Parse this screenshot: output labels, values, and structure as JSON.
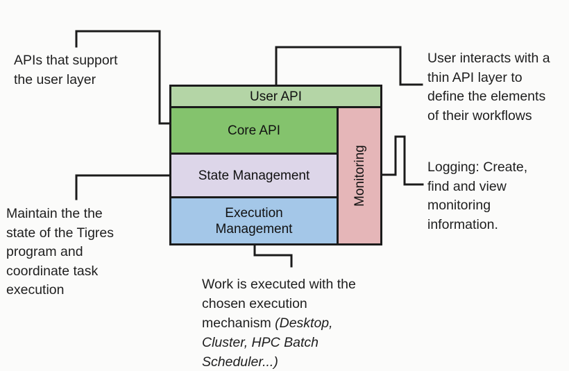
{
  "colors": {
    "background": "#fbfbfa",
    "line": "#1b1b1b",
    "user_api": "#b4d5a6",
    "core_api": "#84c36d",
    "state_management": "#ddd6e9",
    "execution_management": "#a4c7e8",
    "monitoring": "#e5b6b8"
  },
  "diagram": {
    "layers": [
      {
        "id": "user-api",
        "label": "User API"
      },
      {
        "id": "core-api",
        "label": "Core API"
      },
      {
        "id": "state-management",
        "label": "State Management"
      },
      {
        "id": "execution-management",
        "lines": [
          "Execution",
          "Management"
        ]
      },
      {
        "id": "monitoring",
        "label": "Monitoring"
      }
    ]
  },
  "notes": {
    "apis_support": {
      "lines": [
        "APIs that support",
        "the user layer"
      ]
    },
    "user_interacts": {
      "lines": [
        "User interacts with a",
        "thin API layer to",
        "define the elements",
        "of their workflows"
      ]
    },
    "logging": {
      "lines": [
        "Logging: Create,",
        "find and view",
        "monitoring",
        "information."
      ]
    },
    "maintain": {
      "lines": [
        "Maintain the the",
        "state of the Tigres",
        "program and",
        "coordinate task",
        "execution"
      ]
    },
    "work": {
      "line1": "Work is executed with the",
      "line2": "chosen execution",
      "line3_regular": "mechanism ",
      "line3_italic": "(Desktop,",
      "line4_italic": "Cluster, HPC Batch",
      "line5_italic": "Scheduler...)"
    }
  }
}
